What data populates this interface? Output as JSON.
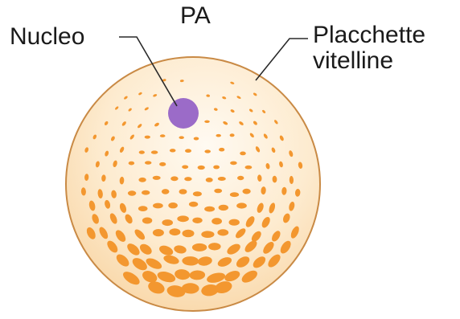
{
  "diagram": {
    "pole_label": "PA",
    "nucleus_label": "Nucleo",
    "yolk_label_line1": "Placchette",
    "yolk_label_line2": "vitelline"
  },
  "colors": {
    "cell_fill": "#fde9c8",
    "cell_outline": "#c98a45",
    "nucleus": "#9b6bc8",
    "yolk": "#f3972f",
    "leader_line": "#2a2a2a"
  }
}
